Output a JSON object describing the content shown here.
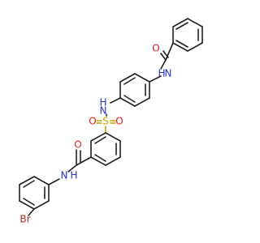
{
  "diagram": {
    "atoms": {
      "o_benzoyl": "O",
      "nh_top": "N",
      "h_top": "H",
      "nh_sulfonamide": "N",
      "h_sulfonamide": "H",
      "s_sulfonyl": "S",
      "o_sulfonyl_left": "O",
      "o_sulfonyl_right": "O",
      "o_amide": "O",
      "nh_amide": "N",
      "h_amide": "H",
      "br": "Br"
    },
    "colors": {
      "carbon_bond": "#222222",
      "oxygen": "#e0201b",
      "nitrogen": "#2233cc",
      "sulfur": "#c9a400",
      "bromine": "#a0321e"
    }
  }
}
